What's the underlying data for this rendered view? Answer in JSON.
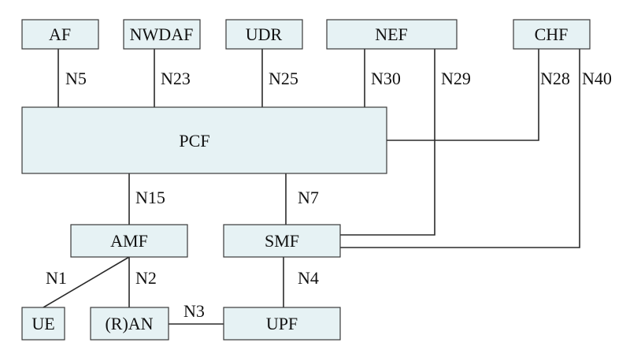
{
  "nodes": {
    "af": "AF",
    "nwdaf": "NWDAF",
    "udr": "UDR",
    "nef": "NEF",
    "chf": "CHF",
    "pcf": "PCF",
    "amf": "AMF",
    "smf": "SMF",
    "ue": "UE",
    "ran": "(R)AN",
    "upf": "UPF"
  },
  "interfaces": {
    "n5": "N5",
    "n23": "N23",
    "n25": "N25",
    "n30": "N30",
    "n29": "N29",
    "n28": "N28",
    "n40": "N40",
    "n15": "N15",
    "n7": "N7",
    "n1": "N1",
    "n2": "N2",
    "n4": "N4",
    "n3": "N3"
  },
  "colors": {
    "box_fill": "#e6f2f4",
    "line": "#2a2a2a"
  }
}
